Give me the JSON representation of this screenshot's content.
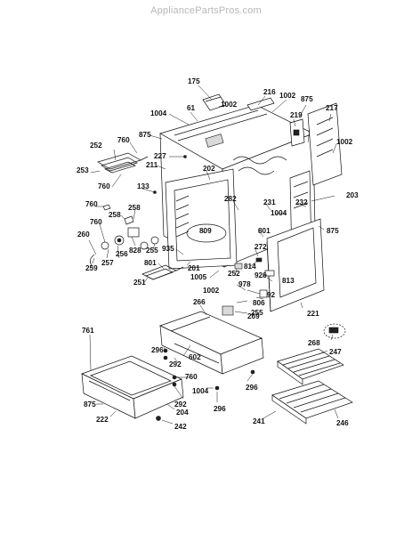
{
  "watermark": "AppliancePartsPros.com",
  "callouts": {
    "c175": "175",
    "c1002a": "1002",
    "c216": "216",
    "c1002b": "1002",
    "c875a": "875",
    "c217": "217",
    "c1004a": "1004",
    "c61": "61",
    "c219": "219",
    "c875b": "875",
    "c1002c": "1002",
    "c227": "227",
    "c202": "202",
    "c211": "211",
    "c252a": "252",
    "c760a": "760",
    "c253": "253",
    "c760b": "760",
    "c133": "133",
    "c203": "203",
    "c760c": "760",
    "c258a": "258",
    "c258b": "258",
    "c282": "282",
    "c231": "231",
    "c232": "232",
    "c1004b": "1004",
    "c760d": "760",
    "c801a": "801",
    "c875c": "875",
    "c809": "809",
    "c260": "260",
    "c828": "828",
    "c255a": "255",
    "c935": "935",
    "c272": "272",
    "c256": "256",
    "c257": "257",
    "c259": "259",
    "c801b": "801",
    "c201": "201",
    "c814": "814",
    "c251": "251",
    "c1005": "1005",
    "c252b": "252",
    "c926": "926",
    "c813": "813",
    "c978": "978",
    "c1002d": "1002",
    "c92": "92",
    "c806": "806",
    "c269": "269",
    "c255b": "255",
    "c221": "221",
    "c266": "266",
    "c761": "761",
    "c268": "268",
    "c247": "247",
    "c296a": "296",
    "c602": "602",
    "c292a": "292",
    "c760e": "760",
    "c1004c": "1004",
    "c296b": "296",
    "c292b": "292",
    "c296c": "296",
    "c875d": "875",
    "c222": "222",
    "c204": "204",
    "c241": "241",
    "c246": "246",
    "c242": "242"
  }
}
